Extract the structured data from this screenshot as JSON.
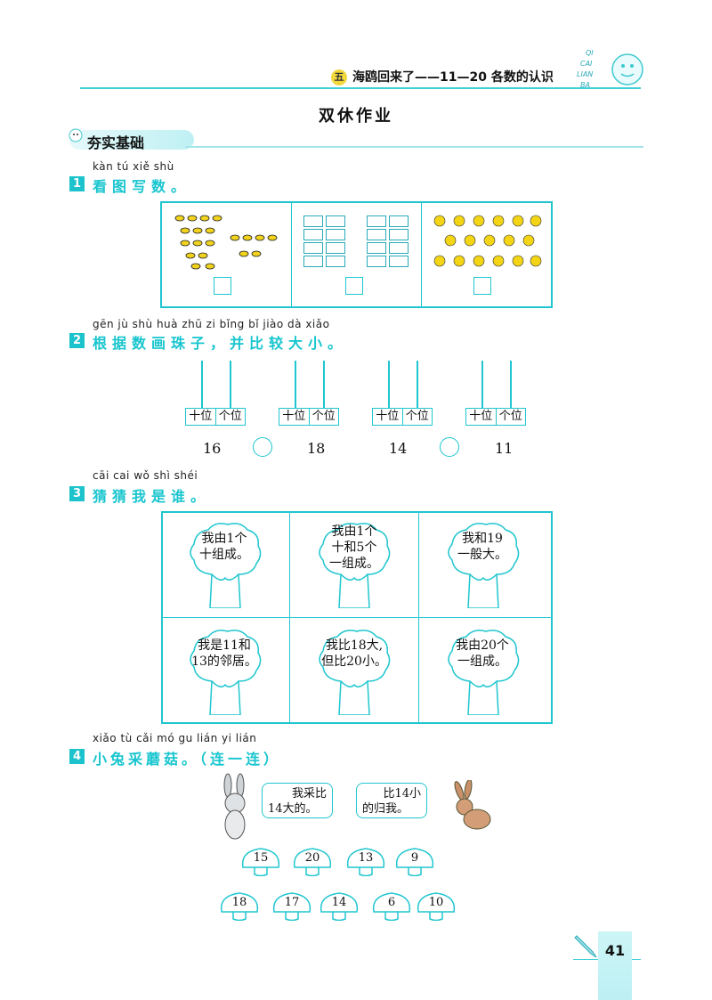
{
  "header": {
    "chapter_num": "五",
    "chapter_title": "海鸥回来了——11—20 各数的认识",
    "logo_letters": [
      "QI",
      "CAI",
      "LIAN",
      "BA"
    ]
  },
  "page_title": "双休作业",
  "section": {
    "title": "夯实基础"
  },
  "q1": {
    "num": "1",
    "pinyin": "kàn tú xiě shù",
    "text": "看图写数。"
  },
  "q2": {
    "num": "2",
    "pinyin": "gēn jù shù huà zhū zi   bǐng bǐ jiào dà xiǎo",
    "text": "根据数画珠子，并比较大小。",
    "place_labels": [
      "十位",
      "个位"
    ],
    "pairs": [
      {
        "left": "16",
        "right": "18"
      },
      {
        "left": "14",
        "right": "11"
      }
    ]
  },
  "q3": {
    "num": "3",
    "pinyin": "cāi cai wǒ shì shéi",
    "text": "猜猜我是谁。",
    "trees": [
      {
        "line1": "我由1个",
        "line2": "十组成。",
        "line3": ""
      },
      {
        "line1": "我由1个",
        "line2": "十和5个",
        "line3": "一组成。"
      },
      {
        "line1": "我和19",
        "line2": "一般大。",
        "line3": ""
      },
      {
        "line1": "我是11和",
        "line2": "13的邻居。",
        "line3": ""
      },
      {
        "line1": "我比18大,",
        "line2": "但比20小。",
        "line3": ""
      },
      {
        "line1": "我由20个",
        "line2": "一组成。",
        "line3": ""
      }
    ]
  },
  "q4": {
    "num": "4",
    "pinyin": "xiǎo tù cǎi mó gu      lián yi lián",
    "text": "小兔采蘑菇。（连一连）",
    "bubble_left": {
      "line1": "我采比",
      "line2": "14大的。"
    },
    "bubble_right": {
      "line1": "比14小",
      "line2": "的归我。"
    },
    "mushrooms_row1": [
      "15",
      "20",
      "13",
      "9"
    ],
    "mushrooms_row2": [
      "18",
      "17",
      "14",
      "6",
      "10"
    ]
  },
  "page_number": "41",
  "colors": {
    "accent": "#1cc3cc",
    "band": "#bff0f3",
    "tree": "#20c6cf"
  }
}
